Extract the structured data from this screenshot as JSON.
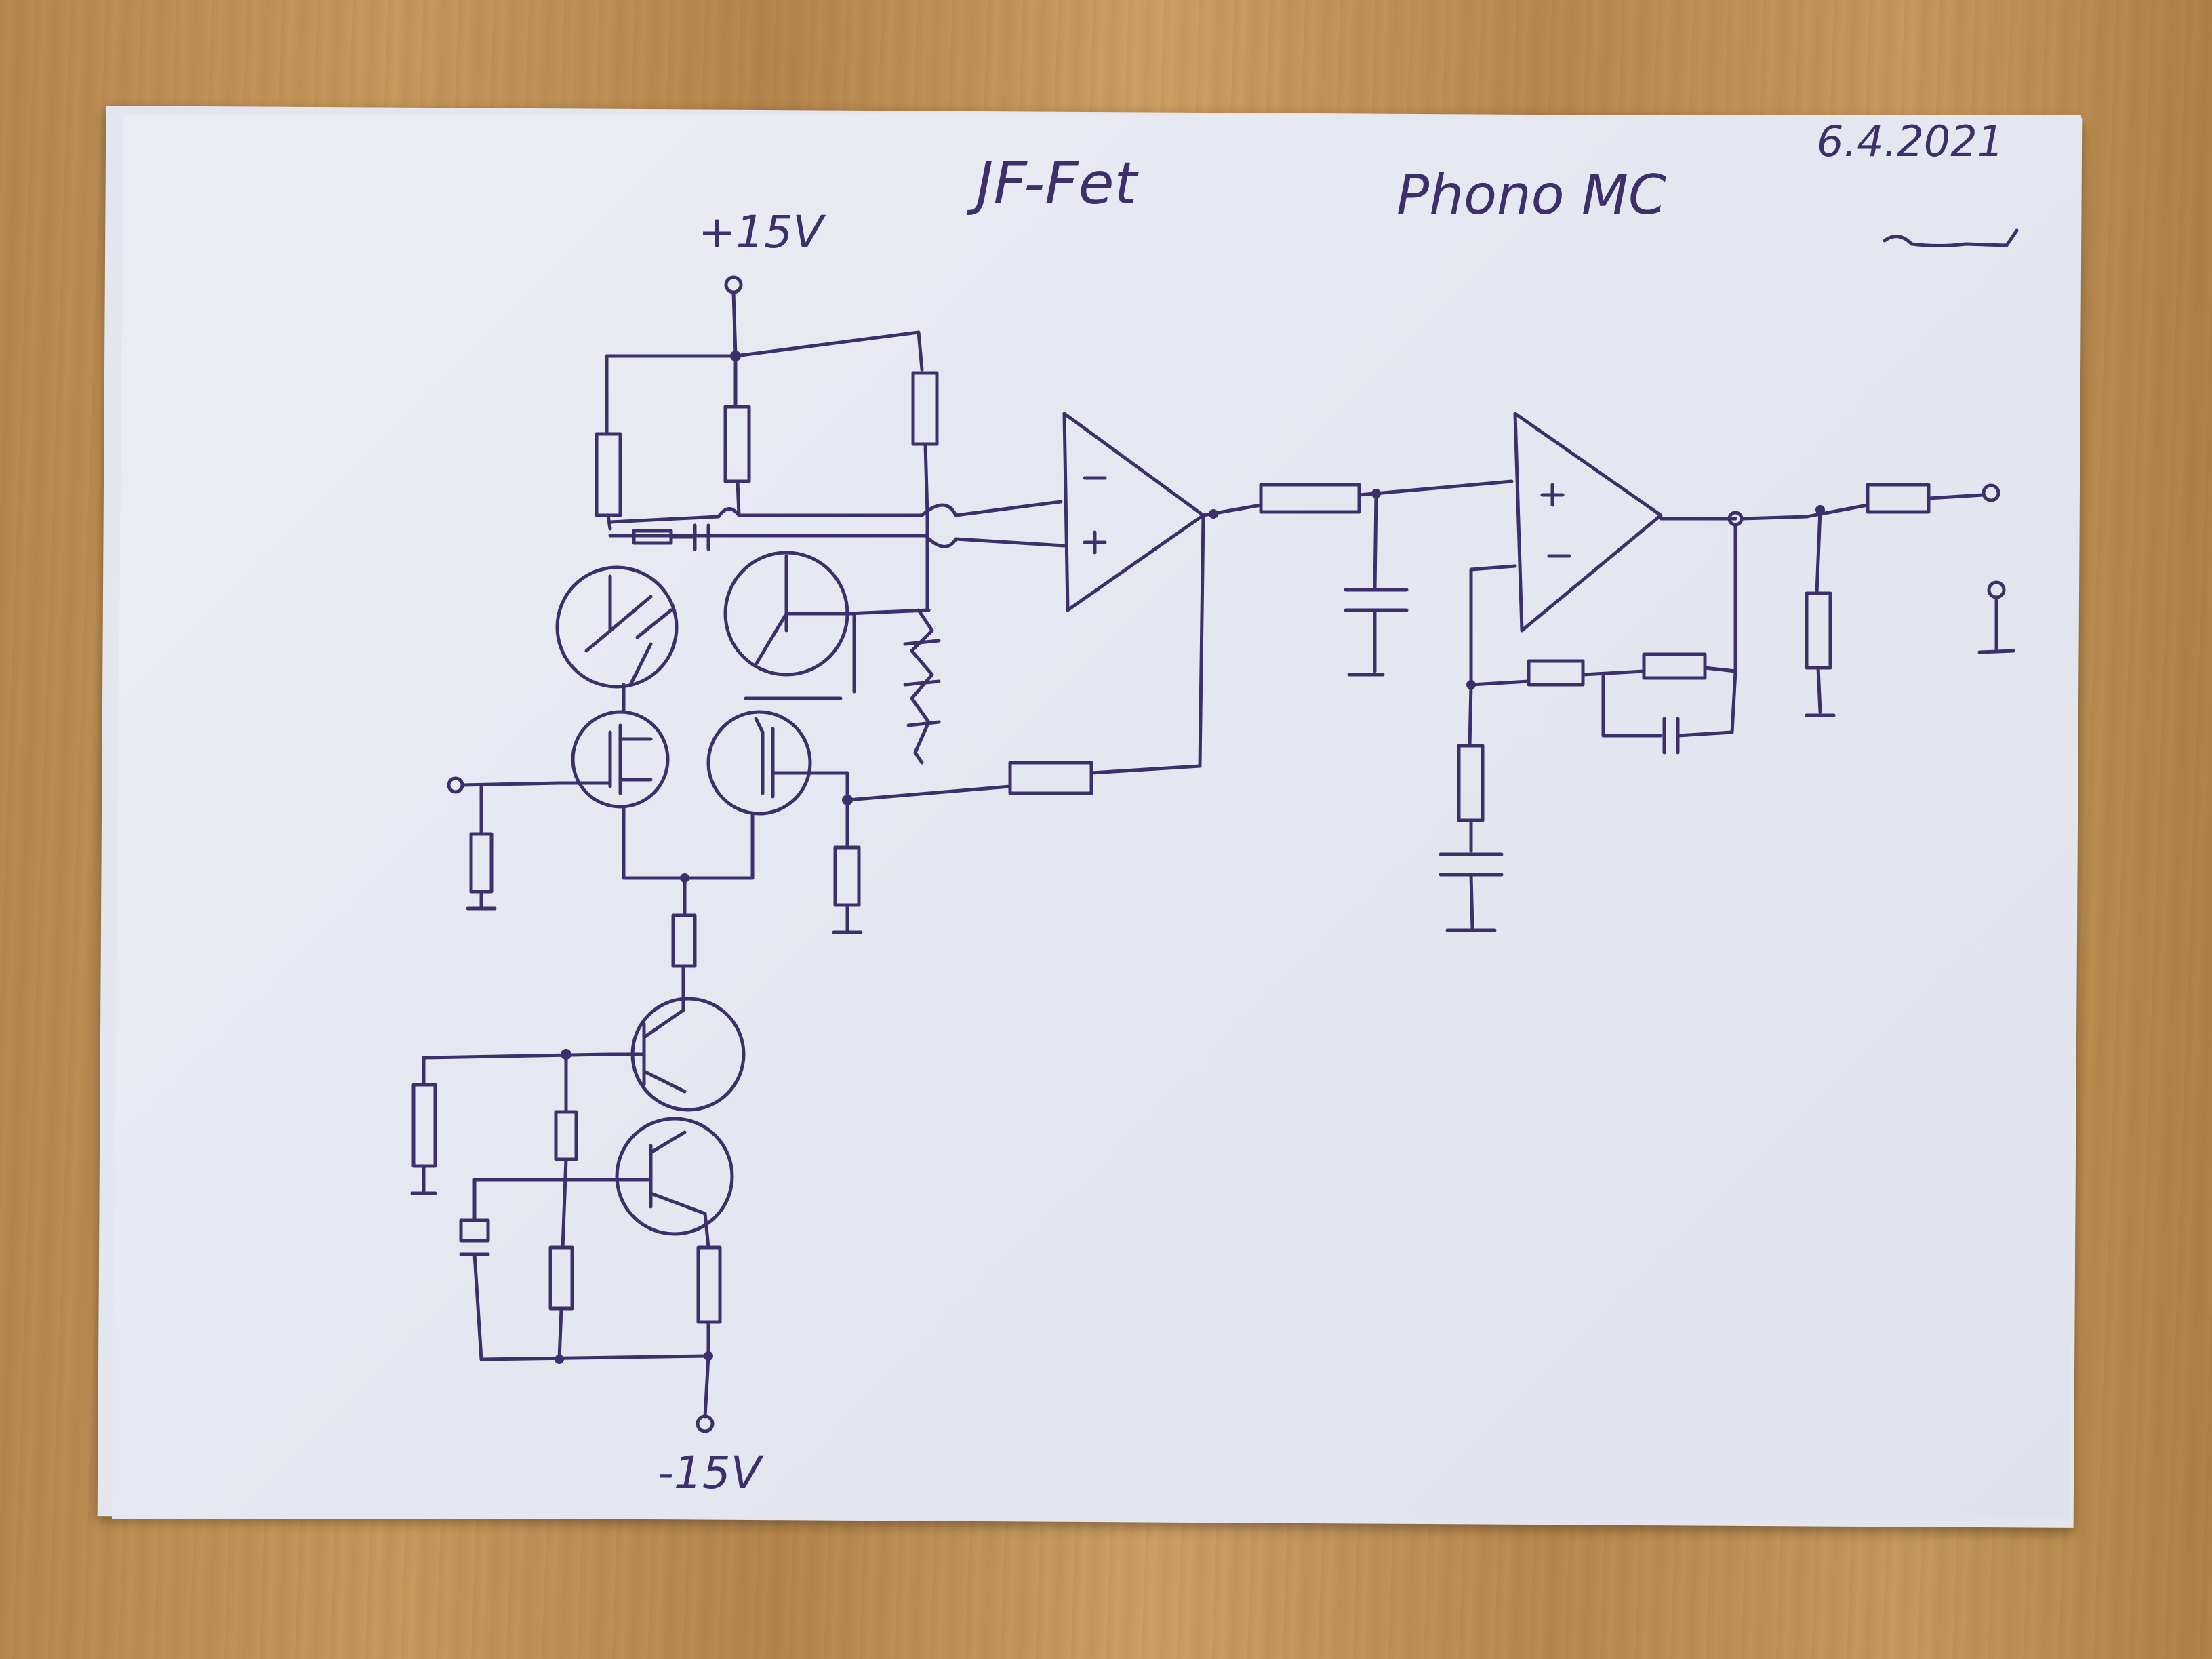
{
  "title": "JF-Fet",
  "subtitle": "Phono MC",
  "date": "6.4.2021",
  "supply_positive": "+15V",
  "supply_negative": "-15V",
  "colors": {
    "ink": "#3d2f6b",
    "paper": "#e8eaf2",
    "table": "#c4955a"
  }
}
